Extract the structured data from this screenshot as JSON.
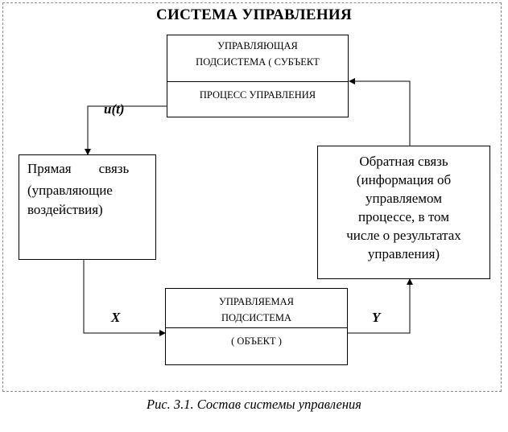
{
  "title": "СИСТЕМА  УПРАВЛЕНИЯ",
  "subject_box": {
    "line1": "УПРАВЛЯЮЩАЯ",
    "line2": "ПОДСИСТЕМА ( СУБЪЕКТ",
    "line3": "ПРОЦЕСС УПРАВЛЕНИЯ"
  },
  "forward_box": {
    "line1": "Прямая        связь",
    "line2": "(управляющие",
    "line3": "воздействия)"
  },
  "feedback_box": {
    "line1": "Обратная связь",
    "line2": "(информация об",
    "line3": "управляемом",
    "line4": "процессе, в том",
    "line5": "числе о результатах",
    "line6": "управления)"
  },
  "object_box": {
    "line1": "УПРАВЛЯЕМАЯ",
    "line2": "ПОДСИСТЕМА",
    "line3": "( ОБЪЕКТ )"
  },
  "labels": {
    "u": "u(t)",
    "x": "X",
    "y": "Y"
  },
  "caption": "Рис. 3.1. Состав системы управления"
}
